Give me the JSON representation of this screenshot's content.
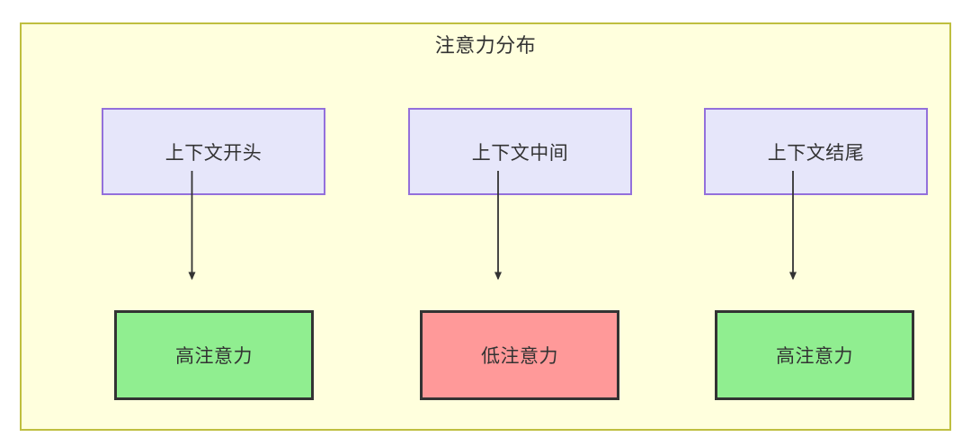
{
  "diagram": {
    "title": "注意力分布",
    "colors": {
      "container_fill": "#ffffdd",
      "container_border": "#bfbf3f",
      "context_fill": "#e6e6fa",
      "context_border": "#9370db",
      "high_attention_fill": "#90ee90",
      "low_attention_fill": "#ff9999",
      "node_border": "#333333",
      "arrow": "#333333",
      "text": "#333333"
    },
    "nodes": {
      "context": [
        {
          "id": "ctx-start",
          "label": "上下文开头"
        },
        {
          "id": "ctx-middle",
          "label": "上下文中间"
        },
        {
          "id": "ctx-end",
          "label": "上下文结尾"
        }
      ],
      "attention": [
        {
          "id": "attn-high-start",
          "label": "高注意力",
          "level": "high"
        },
        {
          "id": "attn-low-middle",
          "label": "低注意力",
          "level": "low"
        },
        {
          "id": "attn-high-end",
          "label": "高注意力",
          "level": "high"
        }
      ]
    },
    "edges": [
      {
        "from": "ctx-start",
        "to": "attn-high-start",
        "label": ""
      },
      {
        "from": "ctx-middle",
        "to": "attn-low-middle",
        "label": ""
      },
      {
        "from": "ctx-end",
        "to": "attn-high-end",
        "label": ""
      }
    ]
  }
}
